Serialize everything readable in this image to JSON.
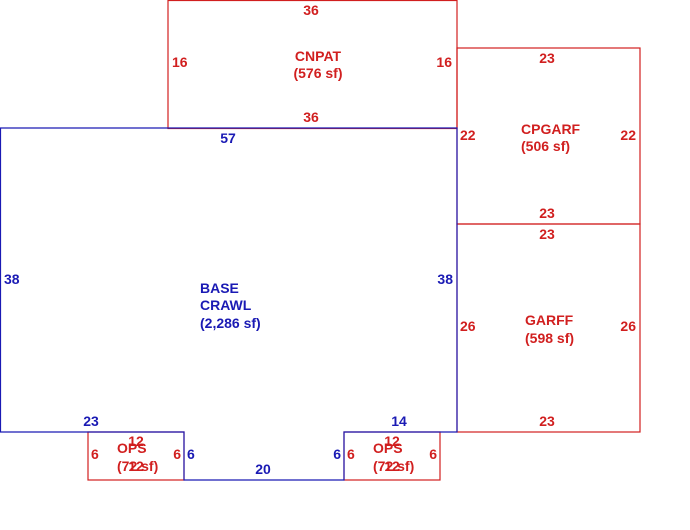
{
  "colors": {
    "base": "#1a1ab4",
    "addon": "#d11f1f",
    "background": "#ffffff"
  },
  "areas": {
    "base": {
      "line1": "BASE",
      "line2": "CRAWL",
      "area": "(2,286 sf)"
    },
    "cnpat": {
      "name": "CNPAT",
      "area": "(576 sf)"
    },
    "cpgarf": {
      "name": "CPGARF",
      "area": "(506 sf)"
    },
    "garff": {
      "name": "GARFF",
      "area": "(598 sf)"
    },
    "ops_left": {
      "name": "OPS",
      "area": "(72 sf)"
    },
    "ops_right": {
      "name": "OPS",
      "area": "(72 sf)"
    }
  },
  "dimensions": {
    "base": {
      "top": "57",
      "left": "38",
      "right": "38",
      "bottom_left": "23",
      "bottom_mid": "20",
      "bottom_right": "14",
      "notch_left": "6",
      "notch_right": "6"
    },
    "cnpat": {
      "top": "36",
      "bottom": "36",
      "left": "16",
      "right": "16"
    },
    "cpgarf": {
      "top": "23",
      "bottom": "23",
      "left": "22",
      "right": "22"
    },
    "garff": {
      "top": "23",
      "bottom": "23",
      "left": "26",
      "right": "26"
    },
    "ops_left": {
      "top": "12",
      "bottom": "12",
      "left": "6",
      "right": "6"
    },
    "ops_right": {
      "top": "12",
      "bottom": "12",
      "left": "6",
      "right": "6"
    }
  }
}
